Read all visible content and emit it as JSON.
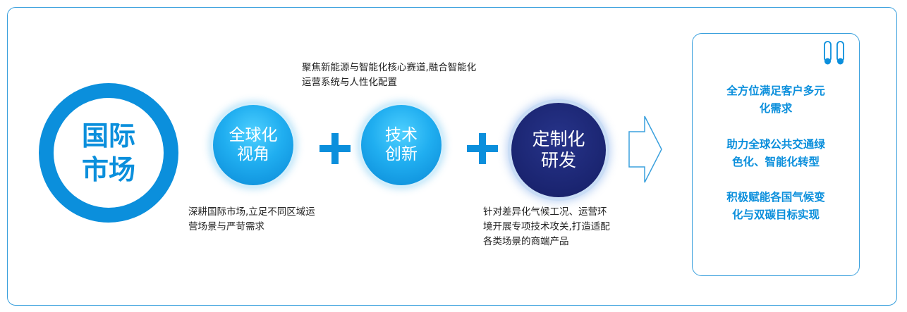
{
  "main_circle": {
    "line1": "国际",
    "line2": "市场"
  },
  "bubbles": [
    {
      "line1": "全球化",
      "line2": "视角"
    },
    {
      "line1": "技术",
      "line2": "创新"
    },
    {
      "line1": "定制化",
      "line2": "研发"
    }
  ],
  "captions": {
    "top": {
      "line1": "聚焦新能源与智能化核心赛道,融合智能化",
      "line2": "运营系统与人性化配置"
    },
    "left": {
      "line1": "深耕国际市场,立足不同区域运",
      "line2": "营场景与严苛需求"
    },
    "right": {
      "line1": "针对差异化气候工况、运营环",
      "line2": "境开展专项技术攻关,打造适配",
      "line3": "各类场景的商端产品"
    }
  },
  "results": [
    {
      "line1": "全方位满足客户多元",
      "line2": "化需求"
    },
    {
      "line1": "助力全球公共交通绿",
      "line2": "色化、智能化转型"
    },
    {
      "line1": "积极赋能各国气候变",
      "line2": "化与双碳目标实现"
    }
  ],
  "colors": {
    "primary": "#0b8fdc",
    "dark": "#1a2470",
    "border": "#3aa0dd"
  },
  "icons": [
    "plus-icon",
    "arrow-icon",
    "thermometer-icon"
  ]
}
